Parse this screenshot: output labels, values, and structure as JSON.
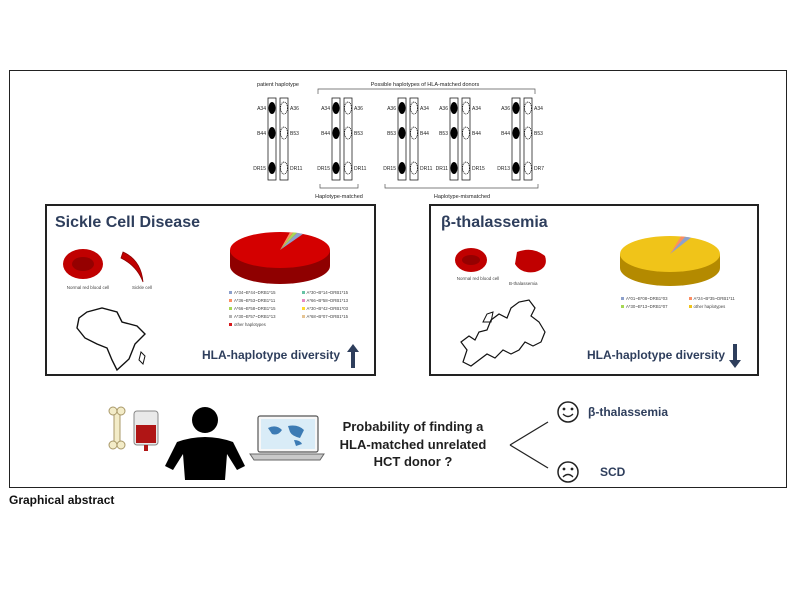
{
  "caption": "Graphical abstract",
  "haplotypes": {
    "patient_label": "patient haplotype",
    "donors_label": "Possible haplotypes of HLA-matched donors",
    "matched_label": "Haplotype-matched",
    "mismatched_label": "Haplotype-mismatched",
    "pairs": [
      {
        "left": [
          "A34",
          "B44",
          "DR15"
        ],
        "right": [
          "A36",
          "B53",
          "DR11"
        ]
      },
      {
        "left": [
          "A34",
          "B44",
          "DR15"
        ],
        "right": [
          "A36",
          "B53",
          "DR11"
        ]
      },
      {
        "left": [
          "A36",
          "B53",
          "DR15"
        ],
        "right": [
          "A34",
          "B44",
          "DR11"
        ]
      },
      {
        "left": [
          "A36",
          "B53",
          "DR11"
        ],
        "right": [
          "A34",
          "B44",
          "DR15"
        ]
      },
      {
        "left": [
          "A36",
          "B44",
          "DR13"
        ],
        "right": [
          "A34",
          "B53",
          "DR7"
        ]
      }
    ]
  },
  "scd": {
    "title": "Sickle Cell Disease",
    "normal_cell": "Normal red blood cell",
    "sickle_cell": "Sickle cell",
    "diversity": "HLA-haplotype diversity",
    "arrow": "up",
    "legend": [
      {
        "label": "A*34~B*44~DRB1*15",
        "color": "#8da0cb"
      },
      {
        "label": "A*30~B*14~DRB1*15",
        "color": "#66c2a5"
      },
      {
        "label": "A*36~B*53~DRB1*11",
        "color": "#fc8d62"
      },
      {
        "label": "A*66~B*58~DRB1*13",
        "color": "#e78ac3"
      },
      {
        "label": "A*66~B*58~DRB1*15",
        "color": "#a6d854"
      },
      {
        "label": "A*30~B*42~DRB1*03",
        "color": "#ffd92f"
      },
      {
        "label": "A*30~B*57~DRB1*13",
        "color": "#b3b3b3"
      },
      {
        "label": "A*68~B*07~DRB1*15",
        "color": "#e5c494"
      },
      {
        "label": "other haplotypes",
        "color": "#d7191c"
      }
    ]
  },
  "bt": {
    "title": "β-thalassemia",
    "normal_cell": "Normal red blood cell",
    "bt_cell": "B-thalassemia",
    "diversity": "HLA-haplotype diversity",
    "arrow": "down",
    "legend": [
      {
        "label": "A*01~B*08~DRB1*03",
        "color": "#8da0cb"
      },
      {
        "label": "A*24~B*35~DRB1*11",
        "color": "#fc8d62"
      },
      {
        "label": "A*30~B*13~DRB1*07",
        "color": "#a6d854"
      },
      {
        "label": "other haplotypes",
        "color": "#f0c419"
      }
    ]
  },
  "question": [
    "Probability of finding a",
    "HLA-matched unrelated",
    "HCT donor ?"
  ],
  "outcomes": {
    "good": "β-thalassemia",
    "bad": "SCD"
  },
  "colors": {
    "title": "#2e3e5c",
    "scd_pie": "#d40000",
    "bt_pie": "#f0c419"
  }
}
